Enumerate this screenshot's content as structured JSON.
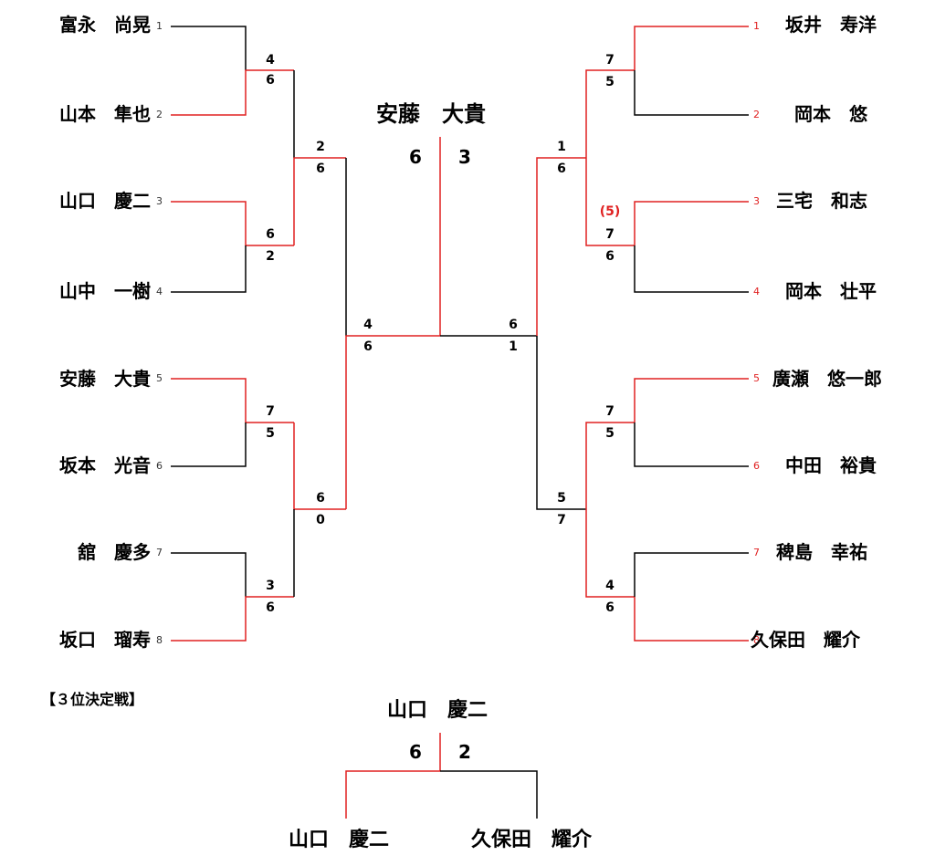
{
  "colors": {
    "win": "#e02020",
    "lose": "#000000"
  },
  "left_players": [
    {
      "name": "富永　尚晃",
      "seed": "1"
    },
    {
      "name": "山本　隼也",
      "seed": "2"
    },
    {
      "name": "山口　慶二",
      "seed": "3"
    },
    {
      "name": "山中　一樹",
      "seed": "4"
    },
    {
      "name": "安藤　大貴",
      "seed": "5"
    },
    {
      "name": "坂本　光音",
      "seed": "6"
    },
    {
      "name": "舘　慶多",
      "seed": "7"
    },
    {
      "name": "坂口　瑠寿",
      "seed": "8"
    }
  ],
  "right_players": [
    {
      "name": "坂井　寿洋",
      "seed": "1"
    },
    {
      "name": "岡本　悠",
      "seed": "2"
    },
    {
      "name": "三宅　和志",
      "seed": "3"
    },
    {
      "name": "岡本　壮平",
      "seed": "4"
    },
    {
      "name": "廣瀬　悠一郎",
      "seed": "5"
    },
    {
      "name": "中田　裕貴",
      "seed": "6"
    },
    {
      "name": "稗島　幸祐",
      "seed": "7"
    },
    {
      "name": "久保田　耀介",
      "seed": "8"
    }
  ],
  "left_r1": [
    {
      "top": "4",
      "bottom": "6"
    },
    {
      "top": "6",
      "bottom": "2"
    },
    {
      "top": "7",
      "bottom": "5"
    },
    {
      "top": "3",
      "bottom": "6"
    }
  ],
  "left_r2": [
    {
      "top": "2",
      "bottom": "6"
    },
    {
      "top": "6",
      "bottom": "0"
    }
  ],
  "left_sf": {
    "top": "4",
    "bottom": "6"
  },
  "right_r1": [
    {
      "top": "7",
      "bottom": "5",
      "note": ""
    },
    {
      "top": "7",
      "bottom": "6",
      "note": "(5)"
    },
    {
      "top": "7",
      "bottom": "5",
      "note": ""
    },
    {
      "top": "4",
      "bottom": "6",
      "note": ""
    }
  ],
  "right_r2": [
    {
      "top": "1",
      "bottom": "6"
    },
    {
      "top": "5",
      "bottom": "7"
    }
  ],
  "right_sf": {
    "top": "6",
    "bottom": "1"
  },
  "final": {
    "champion": "安藤　大貴",
    "score_left": "6",
    "score_right": "3"
  },
  "third_place": {
    "title": "【３位決定戦】",
    "winner": "山口　慶二",
    "score_left": "6",
    "score_right": "2",
    "player_left": "山口　慶二",
    "player_right": "久保田　耀介"
  }
}
